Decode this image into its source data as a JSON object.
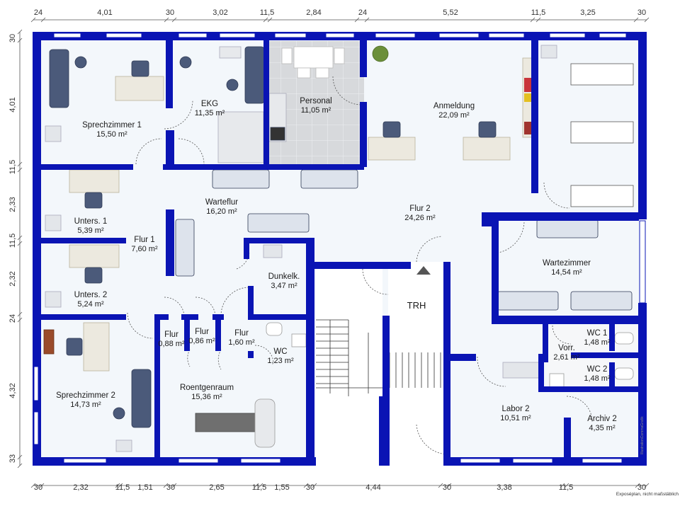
{
  "dimensions": {
    "top": [
      "24",
      "4,01",
      "30",
      "3,02",
      "11,5",
      "2,84",
      "24",
      "5,52",
      "11,5",
      "3,25",
      "30"
    ],
    "bottom": [
      "30",
      "2,32",
      "11,5",
      "1,51",
      "30",
      "2,65",
      "11,5",
      "1,55",
      "30",
      "4,44",
      "30",
      "3,38",
      "11,5",
      "30"
    ],
    "left": [
      "30",
      "4,01",
      "11,5",
      "2,33",
      "11,5",
      "2,32",
      "24",
      "4,32",
      "33"
    ]
  },
  "rooms": [
    {
      "name": "Sprechzimmer 1",
      "area": "15,50 m²"
    },
    {
      "name": "EKG",
      "area": "11,35 m²"
    },
    {
      "name": "Personal",
      "area": "11,05 m²"
    },
    {
      "name": "Anmeldung",
      "area": "22,09 m²"
    },
    {
      "name": "Warteflur",
      "area": "16,20 m²"
    },
    {
      "name": "Flur 2",
      "area": "24,26 m²"
    },
    {
      "name": "Unters. 1",
      "area": "5,39 m²"
    },
    {
      "name": "Flur 1",
      "area": "7,60 m²"
    },
    {
      "name": "Dunkelk.",
      "area": "3,47 m²"
    },
    {
      "name": "Wartezimmer",
      "area": "14,54 m²"
    },
    {
      "name": "Unters. 2",
      "area": "5,24 m²"
    },
    {
      "name": "Flur",
      "area": "0,88 m²"
    },
    {
      "name": "Flur",
      "area": "0,86 m²"
    },
    {
      "name": "Flur",
      "area": "1,60 m²"
    },
    {
      "name": "WC",
      "area": "1,23 m²"
    },
    {
      "name": "WC 1",
      "area": "1,48 m²"
    },
    {
      "name": "Vorr.",
      "area": "2,61 m²"
    },
    {
      "name": "WC 2",
      "area": "1,48 m²"
    },
    {
      "name": "Sprechzimmer 2",
      "area": "14,73 m²"
    },
    {
      "name": "Roentgenraum",
      "area": "15,36 m²"
    },
    {
      "name": "Labor 2",
      "area": "10,51 m²"
    },
    {
      "name": "Archiv 2",
      "area": "4,35 m²"
    }
  ],
  "stair_label": "TRH",
  "footer_note": "Exposéplan, nicht maßstäblich",
  "watermark": "IllustrationCommaGrafik",
  "colors": {
    "wall": "#0a14b4",
    "floor": "#f3f7fb",
    "tile": "#d7d9dc",
    "furniture": "#4b5a7a",
    "chair": "#5a6888"
  }
}
